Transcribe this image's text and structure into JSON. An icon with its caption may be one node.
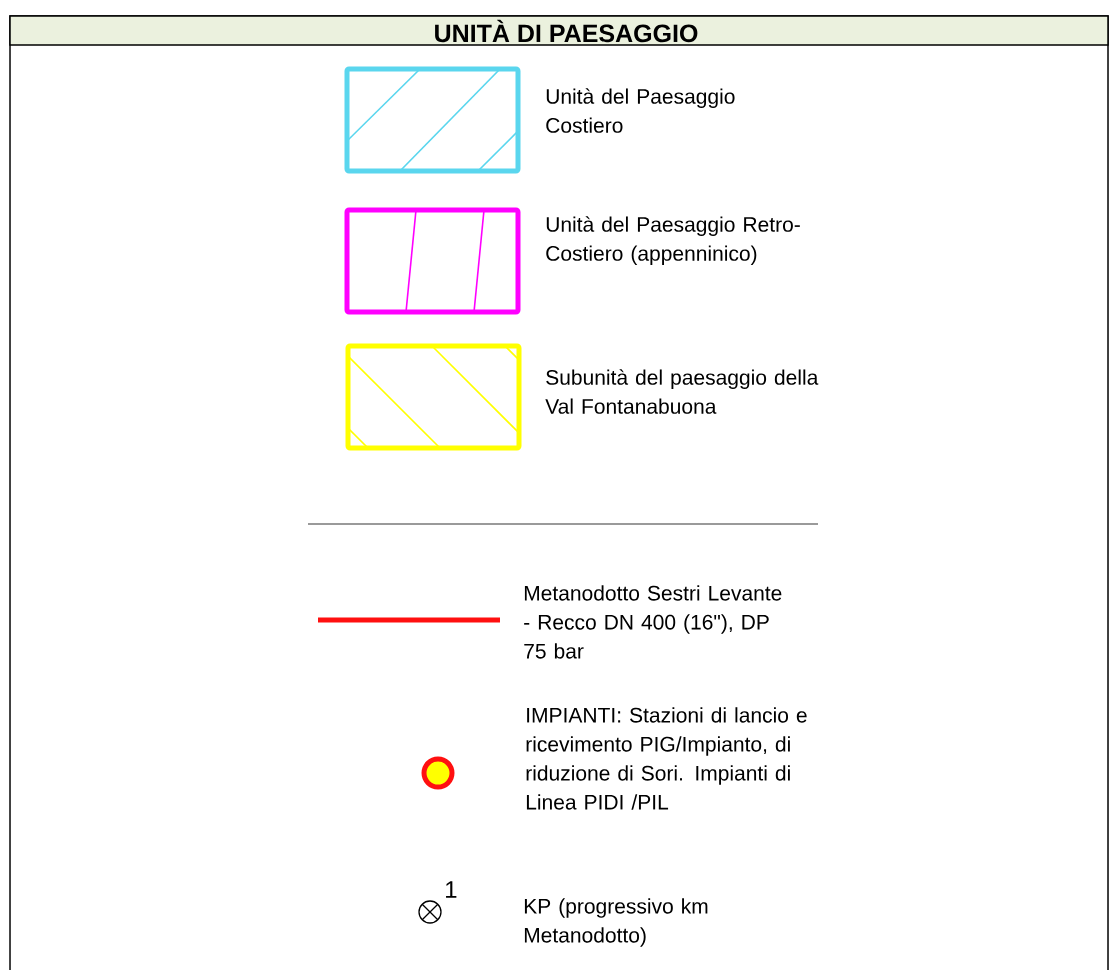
{
  "diagram": {
    "title": "UNITÀ DI PAESAGGIO",
    "labels": [
      "1"
    ],
    "legend": [
      {
        "text": "Unità del Paesaggio Costiero"
      },
      {
        "text": "Unità del Paesaggio Retro-Costiero (appenninico)"
      },
      {
        "text": "Subunità del paesaggio della Val Fontanabuona"
      },
      {
        "text": "Metanodotto Sestri Levante - Recco DN 400 (16\"), DP 75 bar"
      },
      {
        "text": "IMPIANTI: Stazioni di lancio e ricevimento PIG/Impianto, di riduzione di Sori. Impianti di Linea PIDI /PIL"
      },
      {
        "text": "KP (progressivo km Metanodotto)"
      }
    ]
  }
}
